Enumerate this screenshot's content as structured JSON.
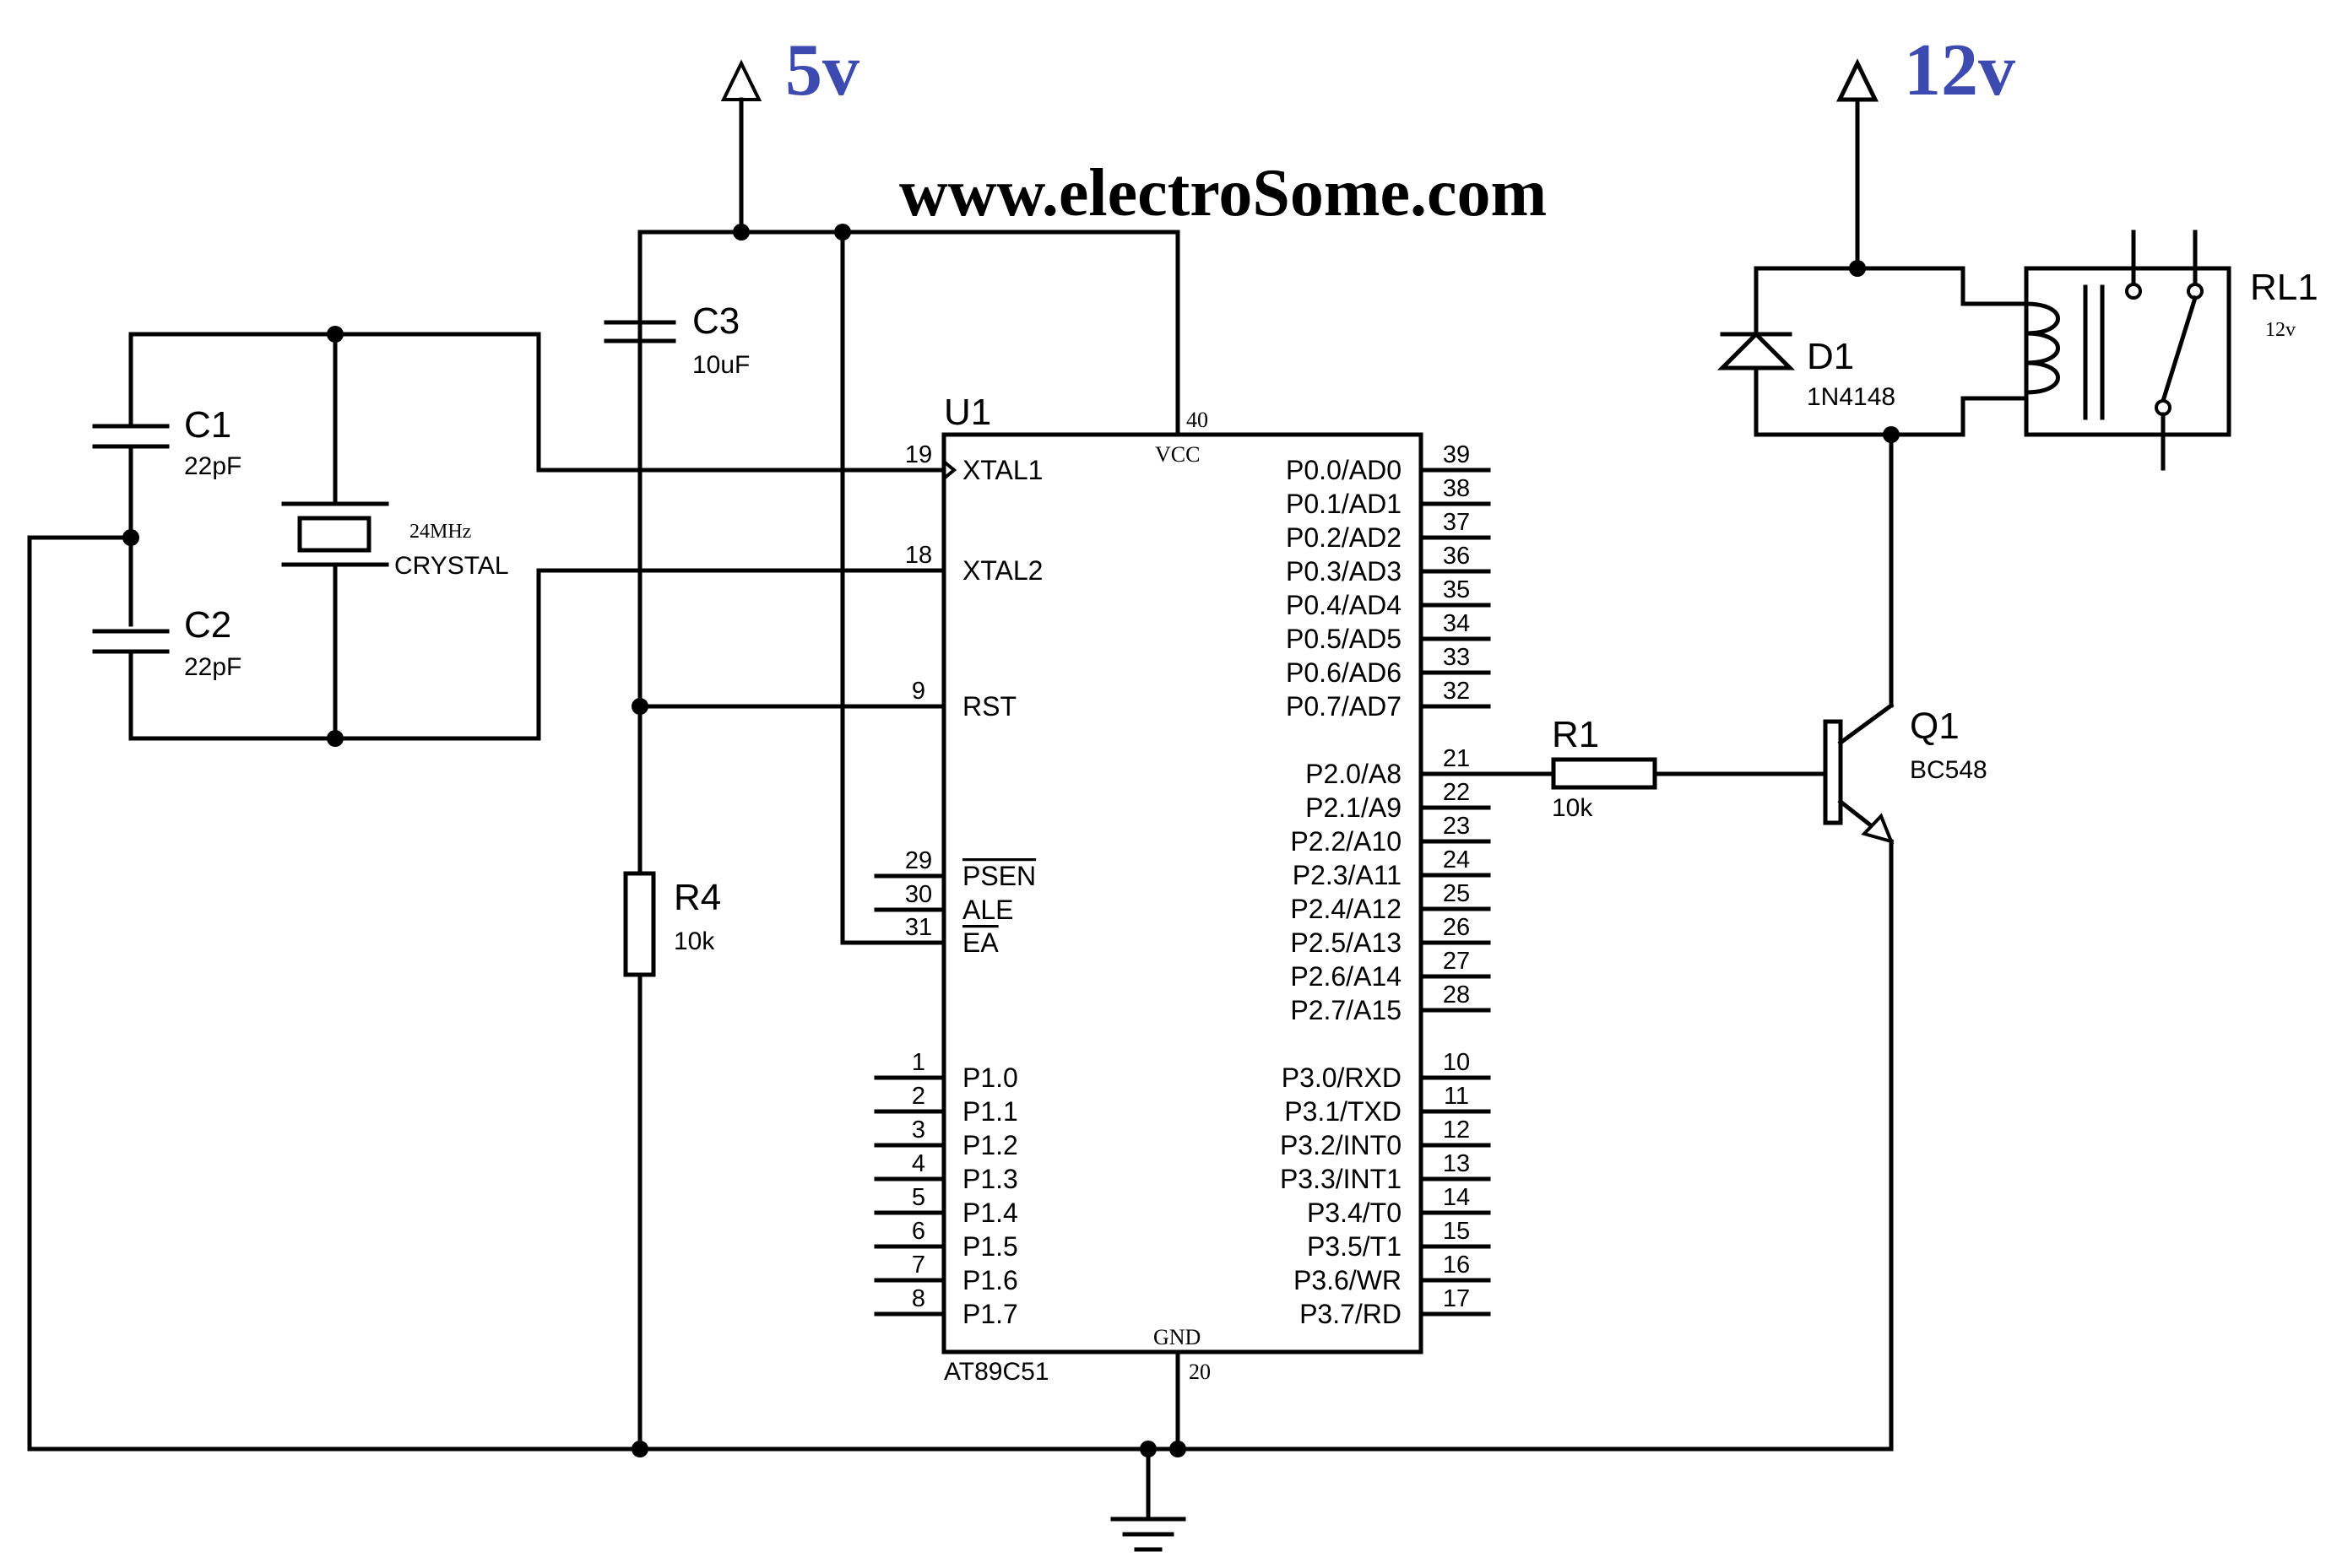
{
  "watermark": "www.electroSome.com",
  "rails": {
    "v5": "5v",
    "v12": "12v"
  },
  "mcu": {
    "ref": "U1",
    "part": "AT89C51",
    "vcc_label": "VCC",
    "vcc_pin": "40",
    "gnd_label": "GND",
    "gnd_pin": "20",
    "left_pins": [
      {
        "num": "19",
        "name": "XTAL1"
      },
      {
        "num": "18",
        "name": "XTAL2"
      },
      {
        "num": "9",
        "name": "RST"
      },
      {
        "num": "29",
        "name": "PSEN"
      },
      {
        "num": "30",
        "name": "ALE"
      },
      {
        "num": "31",
        "name": "EA"
      }
    ],
    "port1": [
      {
        "num": "1",
        "name": "P1.0"
      },
      {
        "num": "2",
        "name": "P1.1"
      },
      {
        "num": "3",
        "name": "P1.2"
      },
      {
        "num": "4",
        "name": "P1.3"
      },
      {
        "num": "5",
        "name": "P1.4"
      },
      {
        "num": "6",
        "name": "P1.5"
      },
      {
        "num": "7",
        "name": "P1.6"
      },
      {
        "num": "8",
        "name": "P1.7"
      }
    ],
    "port0": [
      {
        "num": "39",
        "name": "P0.0/AD0"
      },
      {
        "num": "38",
        "name": "P0.1/AD1"
      },
      {
        "num": "37",
        "name": "P0.2/AD2"
      },
      {
        "num": "36",
        "name": "P0.3/AD3"
      },
      {
        "num": "35",
        "name": "P0.4/AD4"
      },
      {
        "num": "34",
        "name": "P0.5/AD5"
      },
      {
        "num": "33",
        "name": "P0.6/AD6"
      },
      {
        "num": "32",
        "name": "P0.7/AD7"
      }
    ],
    "port2": [
      {
        "num": "21",
        "name": "P2.0/A8"
      },
      {
        "num": "22",
        "name": "P2.1/A9"
      },
      {
        "num": "23",
        "name": "P2.2/A10"
      },
      {
        "num": "24",
        "name": "P2.3/A11"
      },
      {
        "num": "25",
        "name": "P2.4/A12"
      },
      {
        "num": "26",
        "name": "P2.5/A13"
      },
      {
        "num": "27",
        "name": "P2.6/A14"
      },
      {
        "num": "28",
        "name": "P2.7/A15"
      }
    ],
    "port3": [
      {
        "num": "10",
        "name": "P3.0/RXD"
      },
      {
        "num": "11",
        "name": "P3.1/TXD"
      },
      {
        "num": "12",
        "name": "P3.2/INT0"
      },
      {
        "num": "13",
        "name": "P3.3/INT1"
      },
      {
        "num": "14",
        "name": "P3.4/T0"
      },
      {
        "num": "15",
        "name": "P3.5/T1"
      },
      {
        "num": "16",
        "name": "P3.6/WR"
      },
      {
        "num": "17",
        "name": "P3.7/RD"
      }
    ]
  },
  "components": {
    "c1": {
      "ref": "C1",
      "value": "22pF"
    },
    "c2": {
      "ref": "C2",
      "value": "22pF"
    },
    "c3": {
      "ref": "C3",
      "value": "10uF"
    },
    "crystal": {
      "freq": "24MHz",
      "label": "CRYSTAL"
    },
    "r4": {
      "ref": "R4",
      "value": "10k"
    },
    "r1": {
      "ref": "R1",
      "value": "10k"
    },
    "q1": {
      "ref": "Q1",
      "value": "BC548"
    },
    "d1": {
      "ref": "D1",
      "value": "1N4148"
    },
    "rl1": {
      "ref": "RL1",
      "value": "12v"
    }
  }
}
